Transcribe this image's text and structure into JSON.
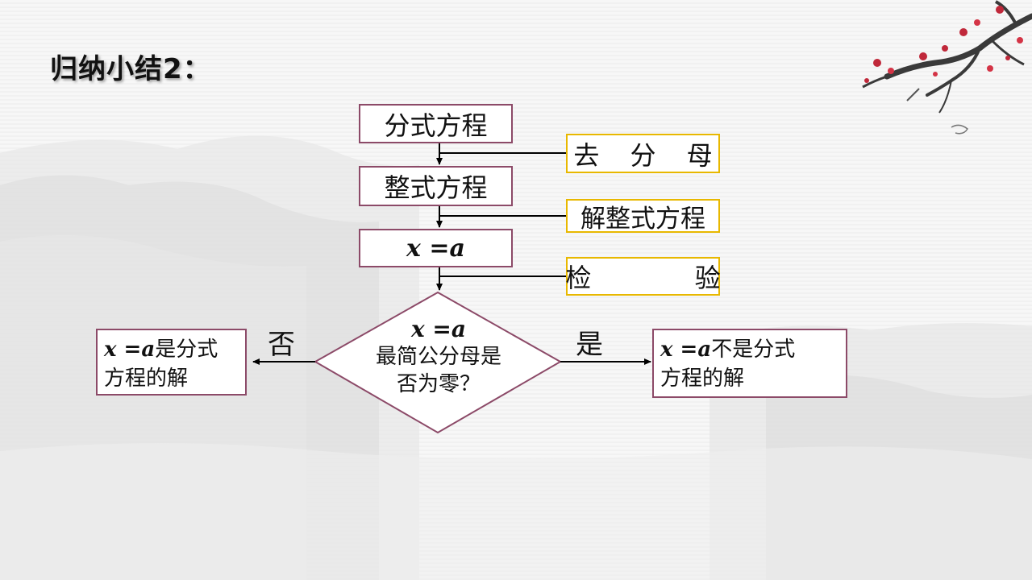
{
  "title": "归纳小结2：",
  "steps": {
    "fractional_equation": "分式方程",
    "integral_equation": "整式方程",
    "solution": "x =a"
  },
  "operations": {
    "remove_denominator": "去 分 母",
    "solve_integral": "解整式方程",
    "check": "检  验"
  },
  "decision": {
    "line1": "x =a",
    "line2": "最简公分母是",
    "line3": "否为零？"
  },
  "branches": {
    "no": "否",
    "yes": "是"
  },
  "results": {
    "left_var": "x =a",
    "left_text1": "是分式",
    "left_text2": "方程的解",
    "right_var": "x =a",
    "right_text1": "不是分式",
    "right_text2": "方程的解"
  },
  "colors": {
    "step_border": "#8c4a68",
    "op_border": "#e8b800",
    "arrow": "#000000"
  }
}
